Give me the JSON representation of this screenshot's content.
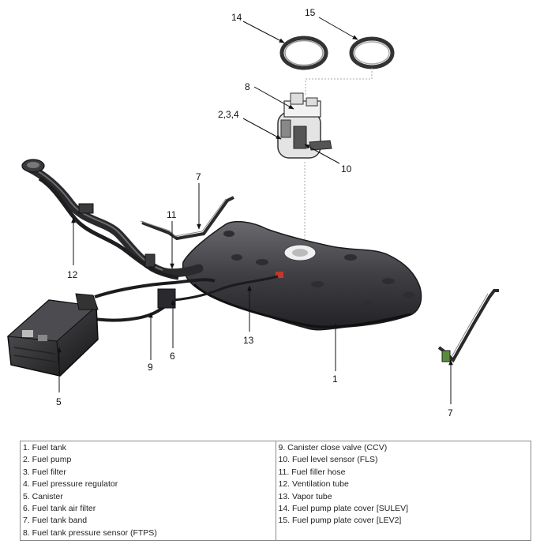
{
  "callouts": {
    "c1": "1",
    "c234": "2,3,4",
    "c5": "5",
    "c6": "6",
    "c7a": "7",
    "c7b": "7",
    "c8": "8",
    "c9": "9",
    "c10": "10",
    "c11": "11",
    "c12": "12",
    "c13": "13",
    "c14": "14",
    "c15": "15"
  },
  "legend": {
    "left": [
      "1. Fuel tank",
      "2. Fuel pump",
      "3. Fuel filter",
      "4. Fuel pressure regulator",
      "5. Canister",
      "6. Fuel tank air filter",
      "7. Fuel tank band",
      "8. Fuel tank pressure sensor (FTPS)"
    ],
    "right": [
      "9. Canister close valve (CCV)",
      "10. Fuel level sensor (FLS)",
      "11. Fuel filler hose",
      "12. Ventilation tube",
      "13. Vapor tube",
      "14. Fuel pump plate cover [SULEV]",
      "15. Fuel pump plate cover [LEV2]"
    ]
  }
}
